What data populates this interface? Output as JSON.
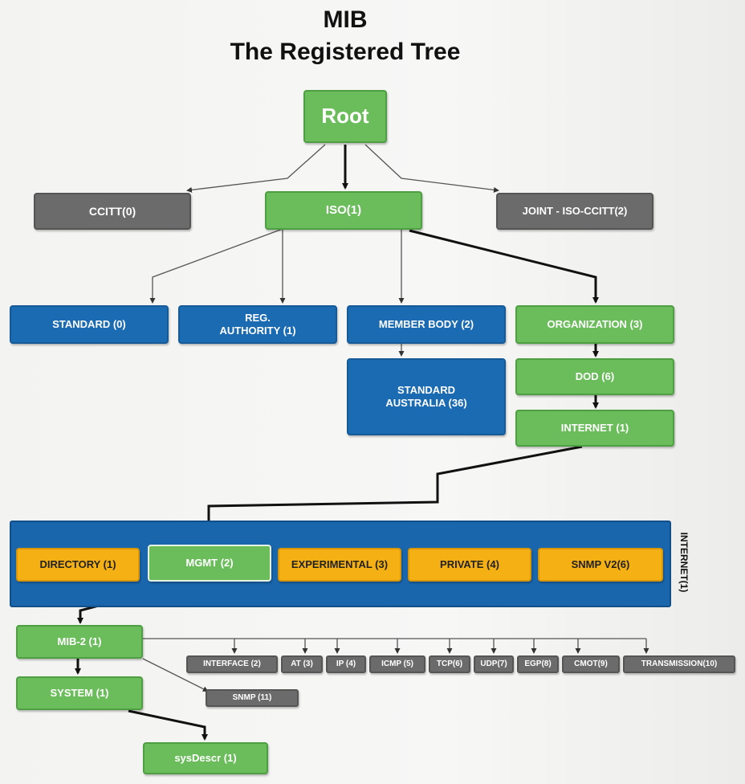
{
  "title_line1": "MIB",
  "title_line2": "The Registered Tree",
  "nodes": {
    "root": "Root",
    "ccitt": "CCITT(0)",
    "iso": "ISO(1)",
    "joint": "JOINT - ISO-CCITT(2)",
    "standard": "STANDARD (0)",
    "reg_authority": "REG.\nAUTHORITY (1)",
    "member_body": "MEMBER BODY (2)",
    "organization": "ORGANIZATION (3)",
    "standard_australia": "STANDARD\nAUSTRALIA (36)",
    "dod": "DOD (6)",
    "internet": "INTERNET (1)",
    "directory": "DIRECTORY (1)",
    "mgmt": "MGMT (2)",
    "experimental": "EXPERIMENTAL (3)",
    "private": "PRIVATE (4)",
    "snmp_v2": "SNMP V2(6)",
    "internet_side_label": "INTERNET(1)",
    "mib2": "MIB-2 (1)",
    "system": "SYSTEM (1)",
    "sysdescr": "sysDescr (1)",
    "interface": "INTERFACE (2)",
    "at": "AT (3)",
    "ip": "IP (4)",
    "icmp": "ICMP (5)",
    "tcp": "TCP(6)",
    "udp": "UDP(7)",
    "egp": "EGP(8)",
    "cmot": "CMOT(9)",
    "transmission": "TRANSMISSION(10)",
    "snmp": "SNMP (11)"
  },
  "colors": {
    "green": "#6bbd5c",
    "grey": "#6b6b6b",
    "blue": "#1b6bb3",
    "orange": "#f5b014"
  }
}
